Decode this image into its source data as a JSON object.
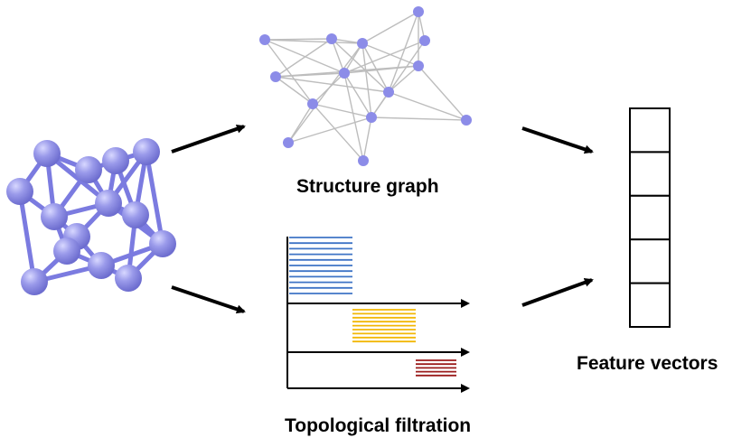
{
  "labels": {
    "structure_graph": "Structure graph",
    "topological_filtration": "Topological filtration",
    "feature_vectors": "Feature vectors"
  },
  "colors": {
    "atom": "#8f8fe6",
    "bond": "#7b7be0",
    "graph_node": "#8c8ce8",
    "graph_edge": "#bdbdbd",
    "barcode_blue": "#3f74c6",
    "barcode_yellow": "#f2b705",
    "barcode_red": "#9b1c1c",
    "arrow": "#000000"
  },
  "feature_vector": {
    "cells": 5
  },
  "barcodes": [
    {
      "name": "blue",
      "bars": 11
    },
    {
      "name": "yellow",
      "bars": 9
    },
    {
      "name": "red",
      "bars": 5
    }
  ]
}
